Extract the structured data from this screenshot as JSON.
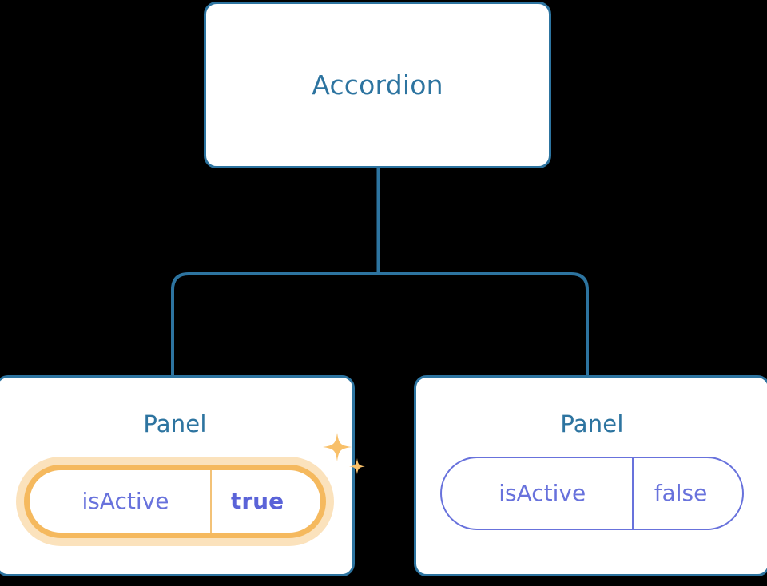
{
  "diagram": {
    "type": "component-tree",
    "background_color": "#000000",
    "node_border_color": "#2d74a0",
    "node_title_color": "#2d74a0",
    "connector_color": "#2d74a0",
    "prop_color": "#6872dc",
    "highlight_color": "#f5b95e",
    "highlight_glow_color": "#fbe2bc",
    "highlight_value_color": "#5a63d8",
    "sparkle_color": "#f8c06a"
  },
  "root": {
    "title": "Accordion"
  },
  "children": [
    {
      "title": "Panel",
      "highlighted": true,
      "prop": {
        "key": "isActive",
        "value": "true"
      },
      "sparkle_icons": [
        "sparkle-large-icon",
        "sparkle-small-icon"
      ]
    },
    {
      "title": "Panel",
      "highlighted": false,
      "prop": {
        "key": "isActive",
        "value": "false"
      }
    }
  ]
}
